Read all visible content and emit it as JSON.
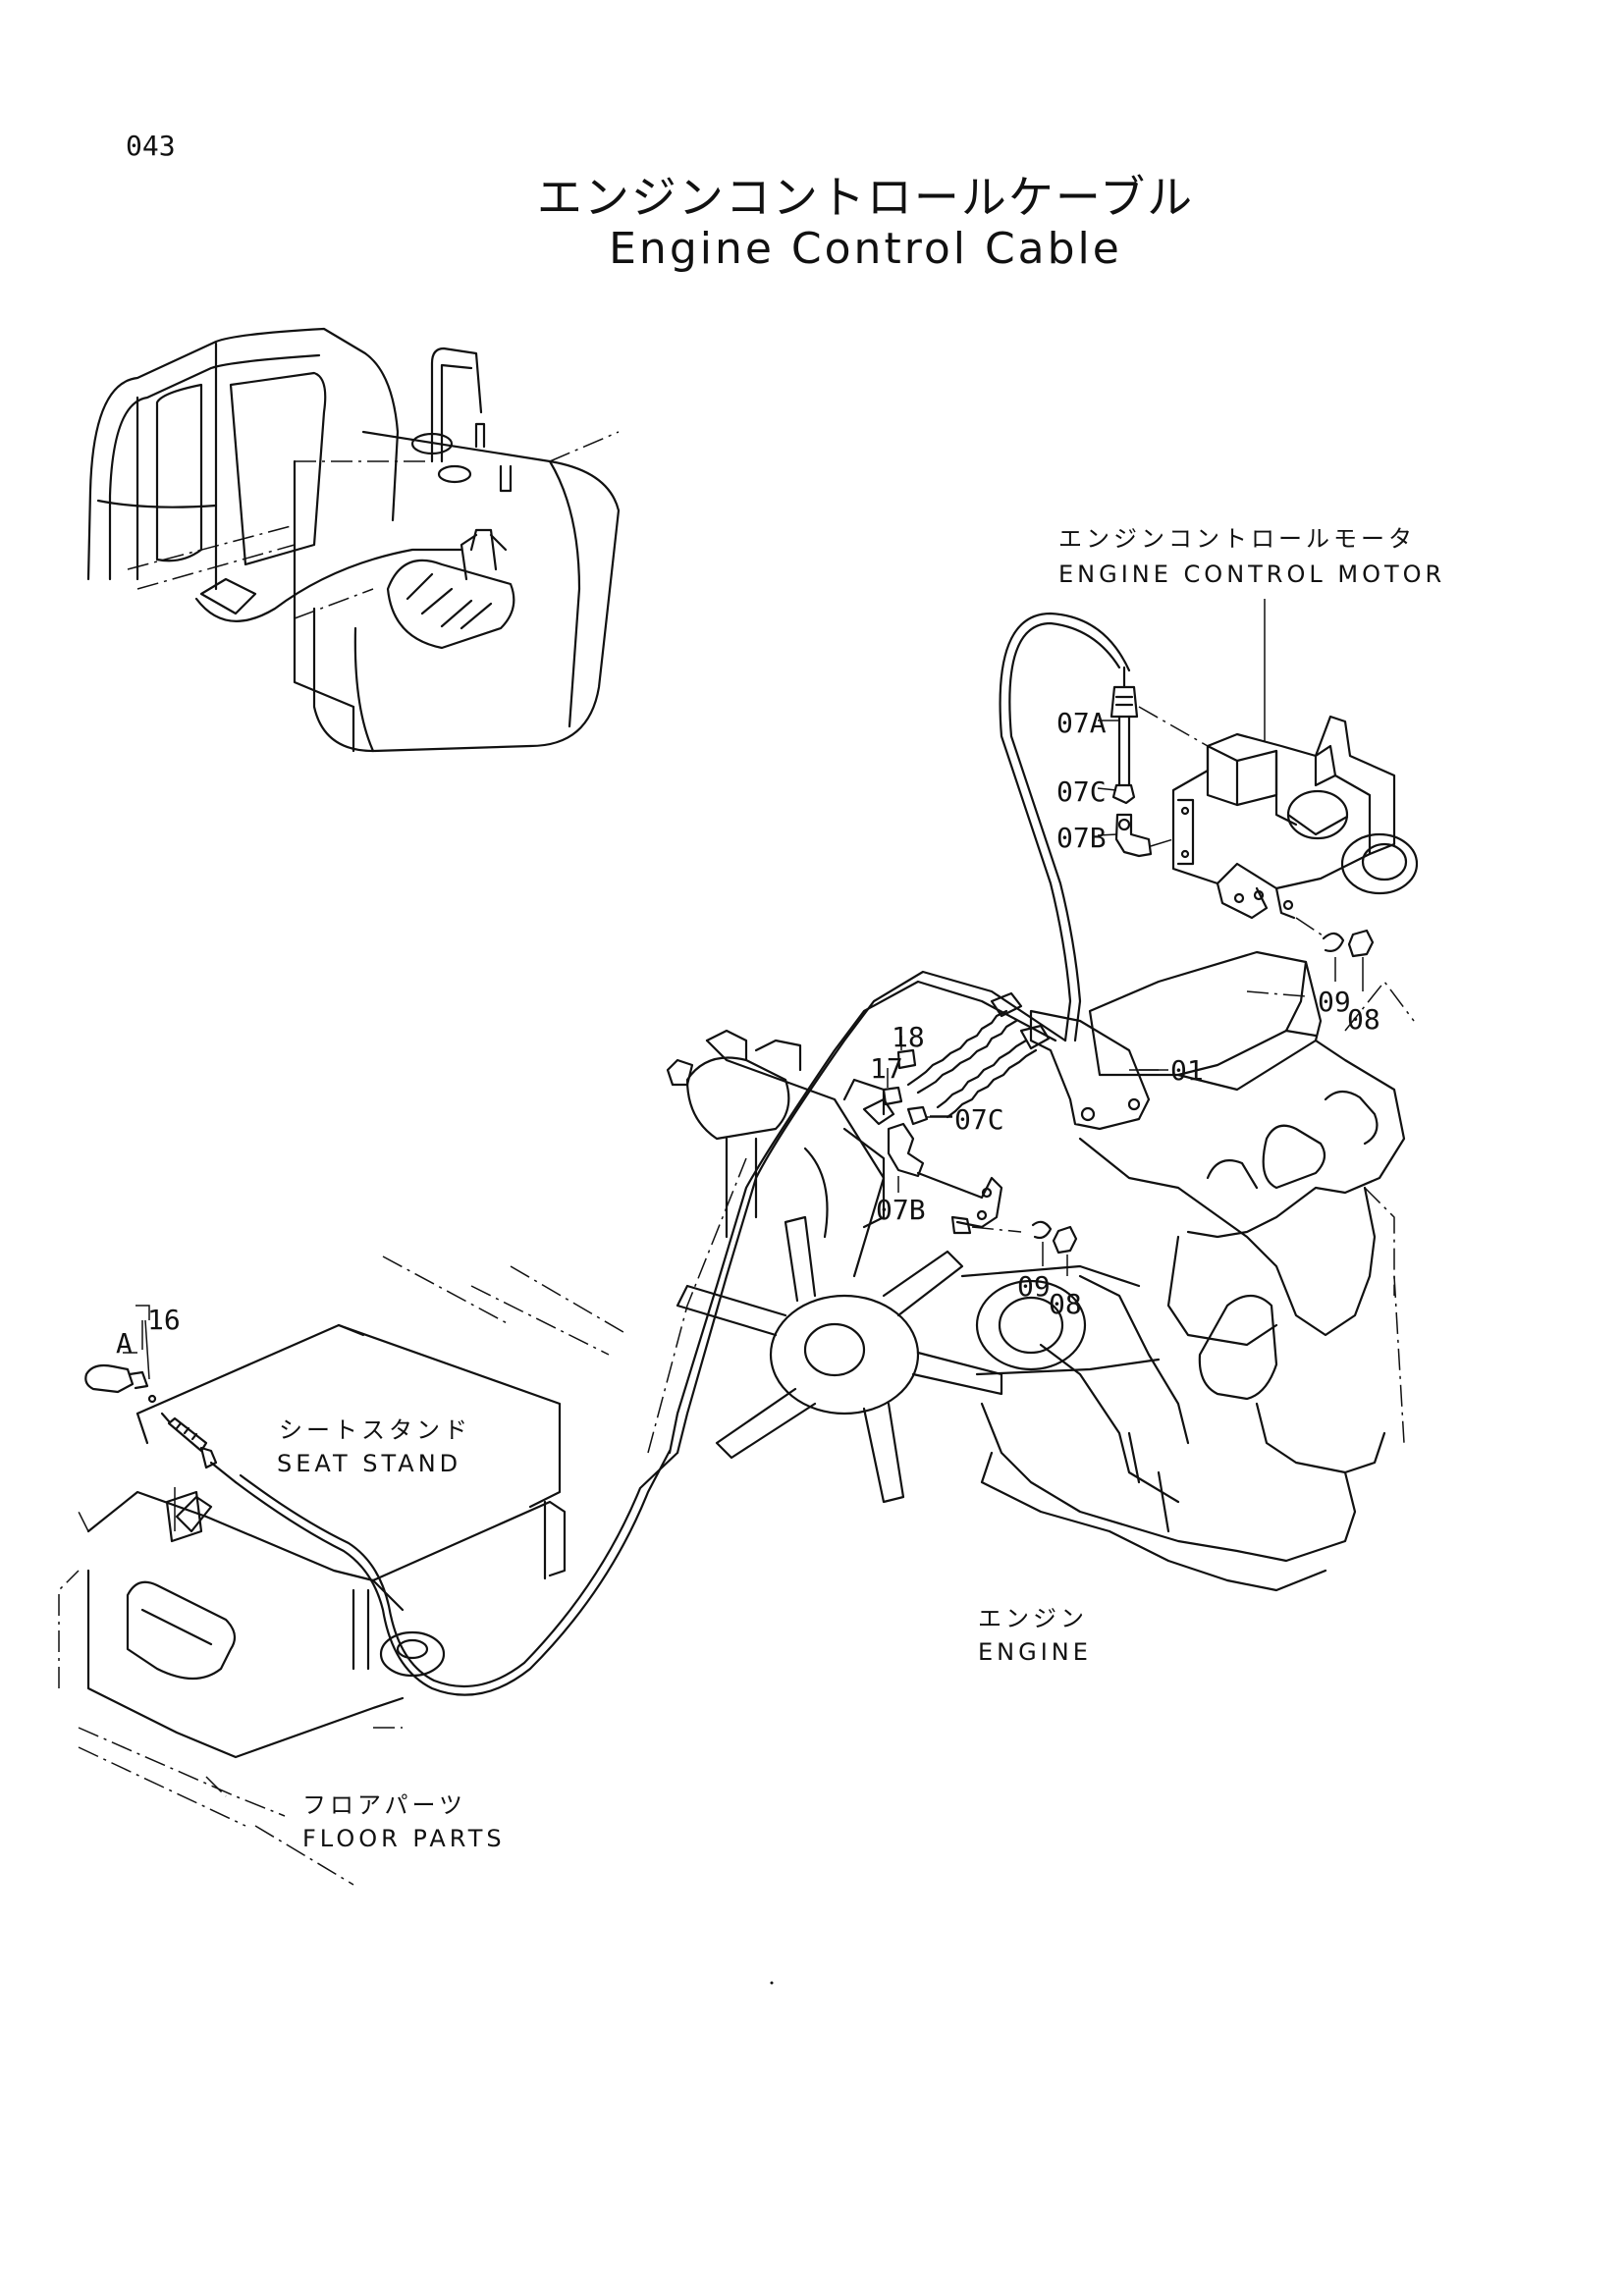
{
  "page": {
    "number": "043"
  },
  "title": {
    "jp": "エンジンコントロールケーブル",
    "en": "Engine Control Cable"
  },
  "labels": {
    "motor": {
      "jp": "エンジンコントロールモータ",
      "en": "ENGINE  CONTROL  MOTOR"
    },
    "seat": {
      "jp": "シートスタンド",
      "en": "SEAT  STAND"
    },
    "engine": {
      "jp": "エンジン",
      "en": "ENGINE"
    },
    "floor": {
      "jp": "フロアパーツ",
      "en": "FLOOR  PARTS"
    }
  },
  "parts": {
    "p07a": "07A",
    "p07c_top": "07C",
    "p07b_top": "07B",
    "p09_right": "09",
    "p08_right": "08",
    "p18": "18",
    "p17": "17",
    "p01": "01",
    "p07c_mid": "07C",
    "p07b_mid": "07B",
    "p09_mid": "09",
    "p08_mid": "08",
    "p16": "16",
    "view_a": "A"
  }
}
